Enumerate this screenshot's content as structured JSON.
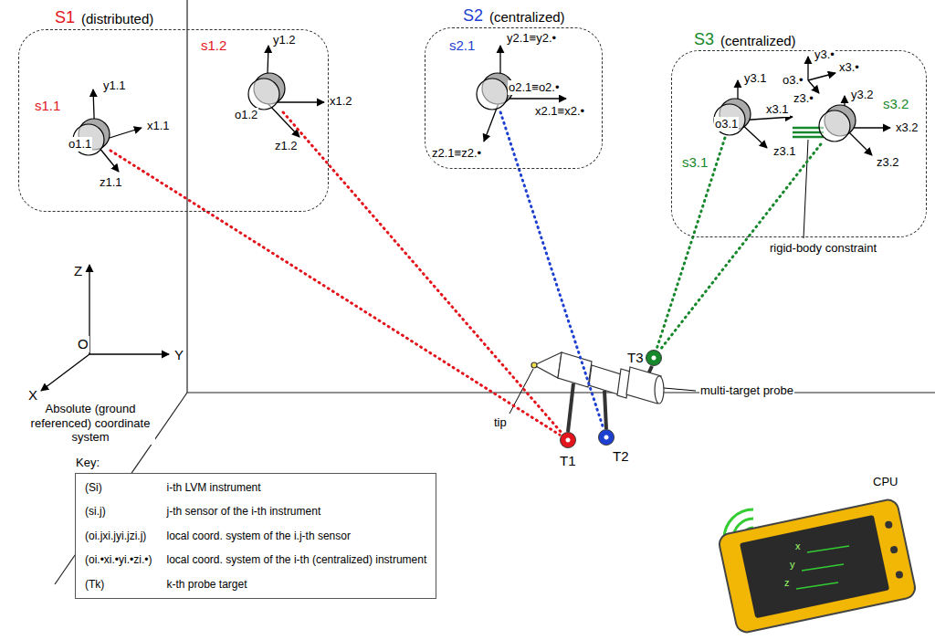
{
  "diagram": {
    "nodes": [
      {
        "text": [
          "S1",
          "(distributed)"
        ]
      },
      {
        "text": [
          "s1.1"
        ],
        "in": 0
      },
      {
        "text": [
          "s1.2"
        ],
        "in": 0
      },
      {
        "text": [
          "S2",
          "(centralized)"
        ]
      },
      {
        "text": [
          "s2.1"
        ],
        "in": 3
      },
      {
        "text": [
          "S3",
          "(centralized)"
        ]
      },
      {
        "text": [
          "s3.1"
        ],
        "in": 5
      },
      {
        "text": [
          "s3.2"
        ],
        "in": 5
      },
      {
        "text": [
          "T1"
        ]
      },
      {
        "text": [
          "T2"
        ]
      },
      {
        "text": [
          "T3"
        ]
      },
      {
        "text": [
          "Key:",
          "(Si)",
          "i-th LVM instrument",
          "(si.j)",
          "j-th sensor of the i-th instrument",
          "(oi.jxi.jyi.jzi.j)",
          "local coord. system of the i.j-th sensor",
          "(oi.•xi.•yi.•zi.•)",
          "local coord. system of the i-th (centralized) instrument",
          "(Tk)",
          "k-th probe target"
        ]
      }
    ],
    "edges": [
      {
        "from": 1,
        "to": 8,
        "arrow": "none"
      },
      {
        "from": 2,
        "to": 8,
        "arrow": "none"
      },
      {
        "from": 4,
        "to": 9,
        "arrow": "none"
      },
      {
        "from": 6,
        "to": 10,
        "arrow": "none"
      },
      {
        "from": 7,
        "to": 10,
        "arrow": "none"
      }
    ],
    "labels": [
      "y1.1",
      "x1.1",
      "z1.1",
      "o1.1",
      "y1.2",
      "x1.2",
      "z1.2",
      "o1.2",
      "y2.1≡y2.•",
      "x2.1≡x2.•",
      "z2.1≡z2.•",
      "o2.1≡o2.•",
      "y3.•",
      "x3.•",
      "z3.•",
      "o3.•",
      "y3.1",
      "x3.1",
      "z3.1",
      "o3.1",
      "y3.2",
      "x3.2",
      "z3.2",
      "rigid-body constraint",
      "Z",
      "Y",
      "X",
      "O",
      "Absolute (ground referenced) coordinate system",
      "tip",
      "multi-target probe",
      "CPU",
      "x",
      "y",
      "z"
    ]
  }
}
